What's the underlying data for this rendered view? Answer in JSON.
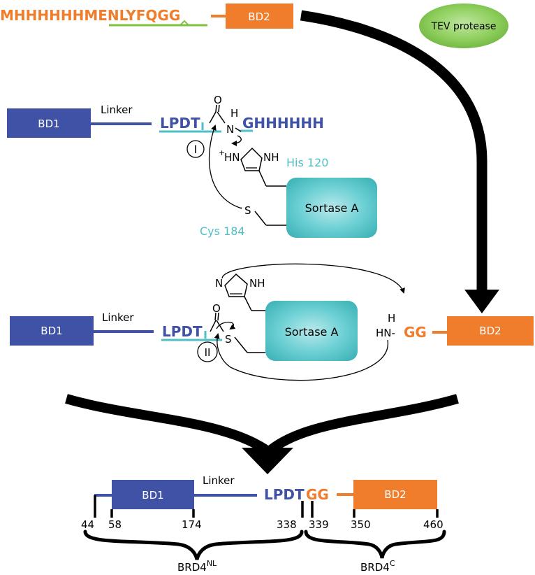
{
  "top_construct": {
    "sequence_prefix": "MHHHHHHM",
    "sequence_tev_site": "ENLYFQ",
    "sequence_suffix": "GG",
    "domain_label": "BD2",
    "protease_label": "TEV protease"
  },
  "step1": {
    "domain_label": "BD1",
    "linker_label": "Linker",
    "motif": "LPDT",
    "tag": "GHHHHHH",
    "carbonyl_o": "O",
    "amide_h": "H",
    "amide_n": "N",
    "step_numeral": "I",
    "imidazole_left": "HN",
    "imidazole_charge": "+",
    "imidazole_right": "NH",
    "his_label": "His 120",
    "enzyme_label": "Sortase A",
    "thiolate_charge": "-",
    "thiol_s": "S",
    "cys_label": "Cys 184"
  },
  "step2": {
    "domain_label": "BD1",
    "linker_label": "Linker",
    "motif": "LPDT",
    "carbonyl_o": "O",
    "thiol_s": "S",
    "step_numeral": "II",
    "imidazole_n": "N",
    "imidazole_nh": "NH",
    "enzyme_label": "Sortase A",
    "nucleophile_h": "H",
    "nucleophile_hn": "HN-",
    "nucleophile_gg": "GG",
    "bd2_label": "BD2"
  },
  "product": {
    "bd1_label": "BD1",
    "linker_label": "Linker",
    "motif": "LPDT",
    "gg": "GG",
    "bd2_label": "BD2",
    "positions": [
      "44",
      "58",
      "174",
      "338",
      "339",
      "350",
      "460"
    ],
    "brd4_nl": "BRD4",
    "brd4_nl_sup": "NL",
    "brd4_c": "BRD4",
    "brd4_c_sup": "C"
  },
  "colors": {
    "orange": "#ef7d2b",
    "blue": "#3f52a6",
    "teal": "#4fbfc4",
    "green": "#7fc241",
    "black": "#000000"
  }
}
